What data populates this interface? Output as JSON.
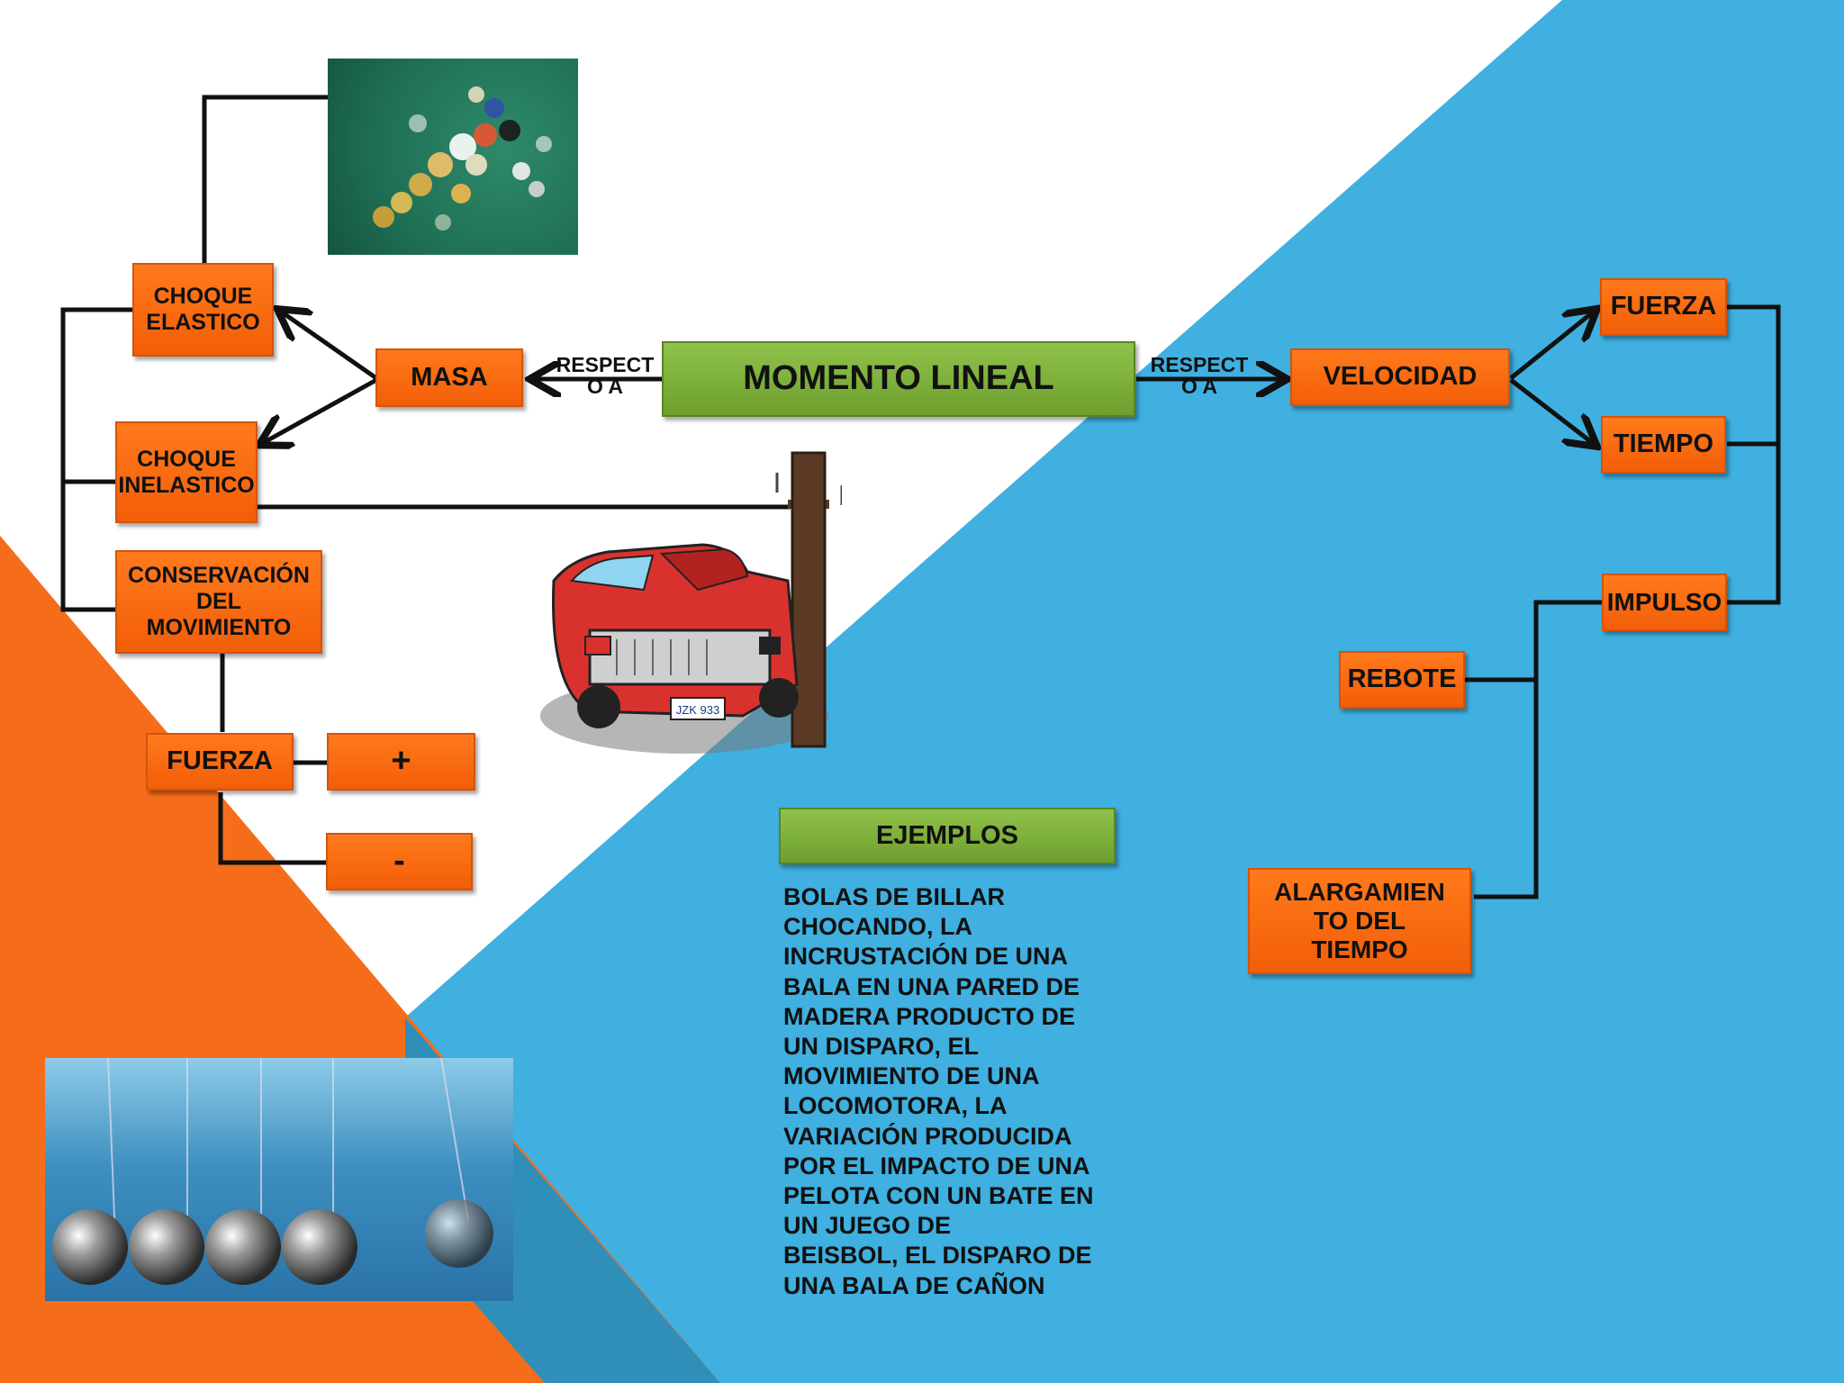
{
  "title": "MOMENTO LINEAL",
  "relation_left": "RESPECT\nO A",
  "relation_right": "RESPECT\nO A",
  "left_nodes": {
    "masa": "MASA",
    "choque_elastico": "CHOQUE ELASTICO",
    "choque_inelastico": "CHOQUE INELASTICO",
    "conservacion": "CONSERVACIÓN DEL MOVIMIENTO",
    "fuerza": "FUERZA",
    "plus": "+",
    "minus": "-"
  },
  "right_nodes": {
    "velocidad": "VELOCIDAD",
    "fuerza": "FUERZA",
    "tiempo": "TIEMPO",
    "impulso": "IMPULSO",
    "rebote": "REBOTE",
    "alargamiento": "ALARGAMIEN TO DEL TIEMPO"
  },
  "examples_header": "EJEMPLOS",
  "examples_text": "BOLAS DE BILLAR\nCHOCANDO, LA\nINCRUSTACIÓN DE UNA\nBALA EN UNA PARED DE\nMADERA PRODUCTO DE\nUN DISPARO, EL\nMOVIMIENTO DE UNA\nLOCOMOTORA, LA\nVARIACIÓN PRODUCIDA\nPOR EL IMPACTO DE UNA\nPELOTA CON UN BATE EN\nUN JUEGO DE\nBEISBOL, EL DISPARO DE\nUNA BALA DE CAÑON",
  "car_plate": "JZK 933",
  "colors": {
    "blue_panel": "#3fb0e0",
    "orange_panel": "#f56d1b",
    "node_orange": "#f5650f",
    "node_green": "#7cb03a"
  }
}
